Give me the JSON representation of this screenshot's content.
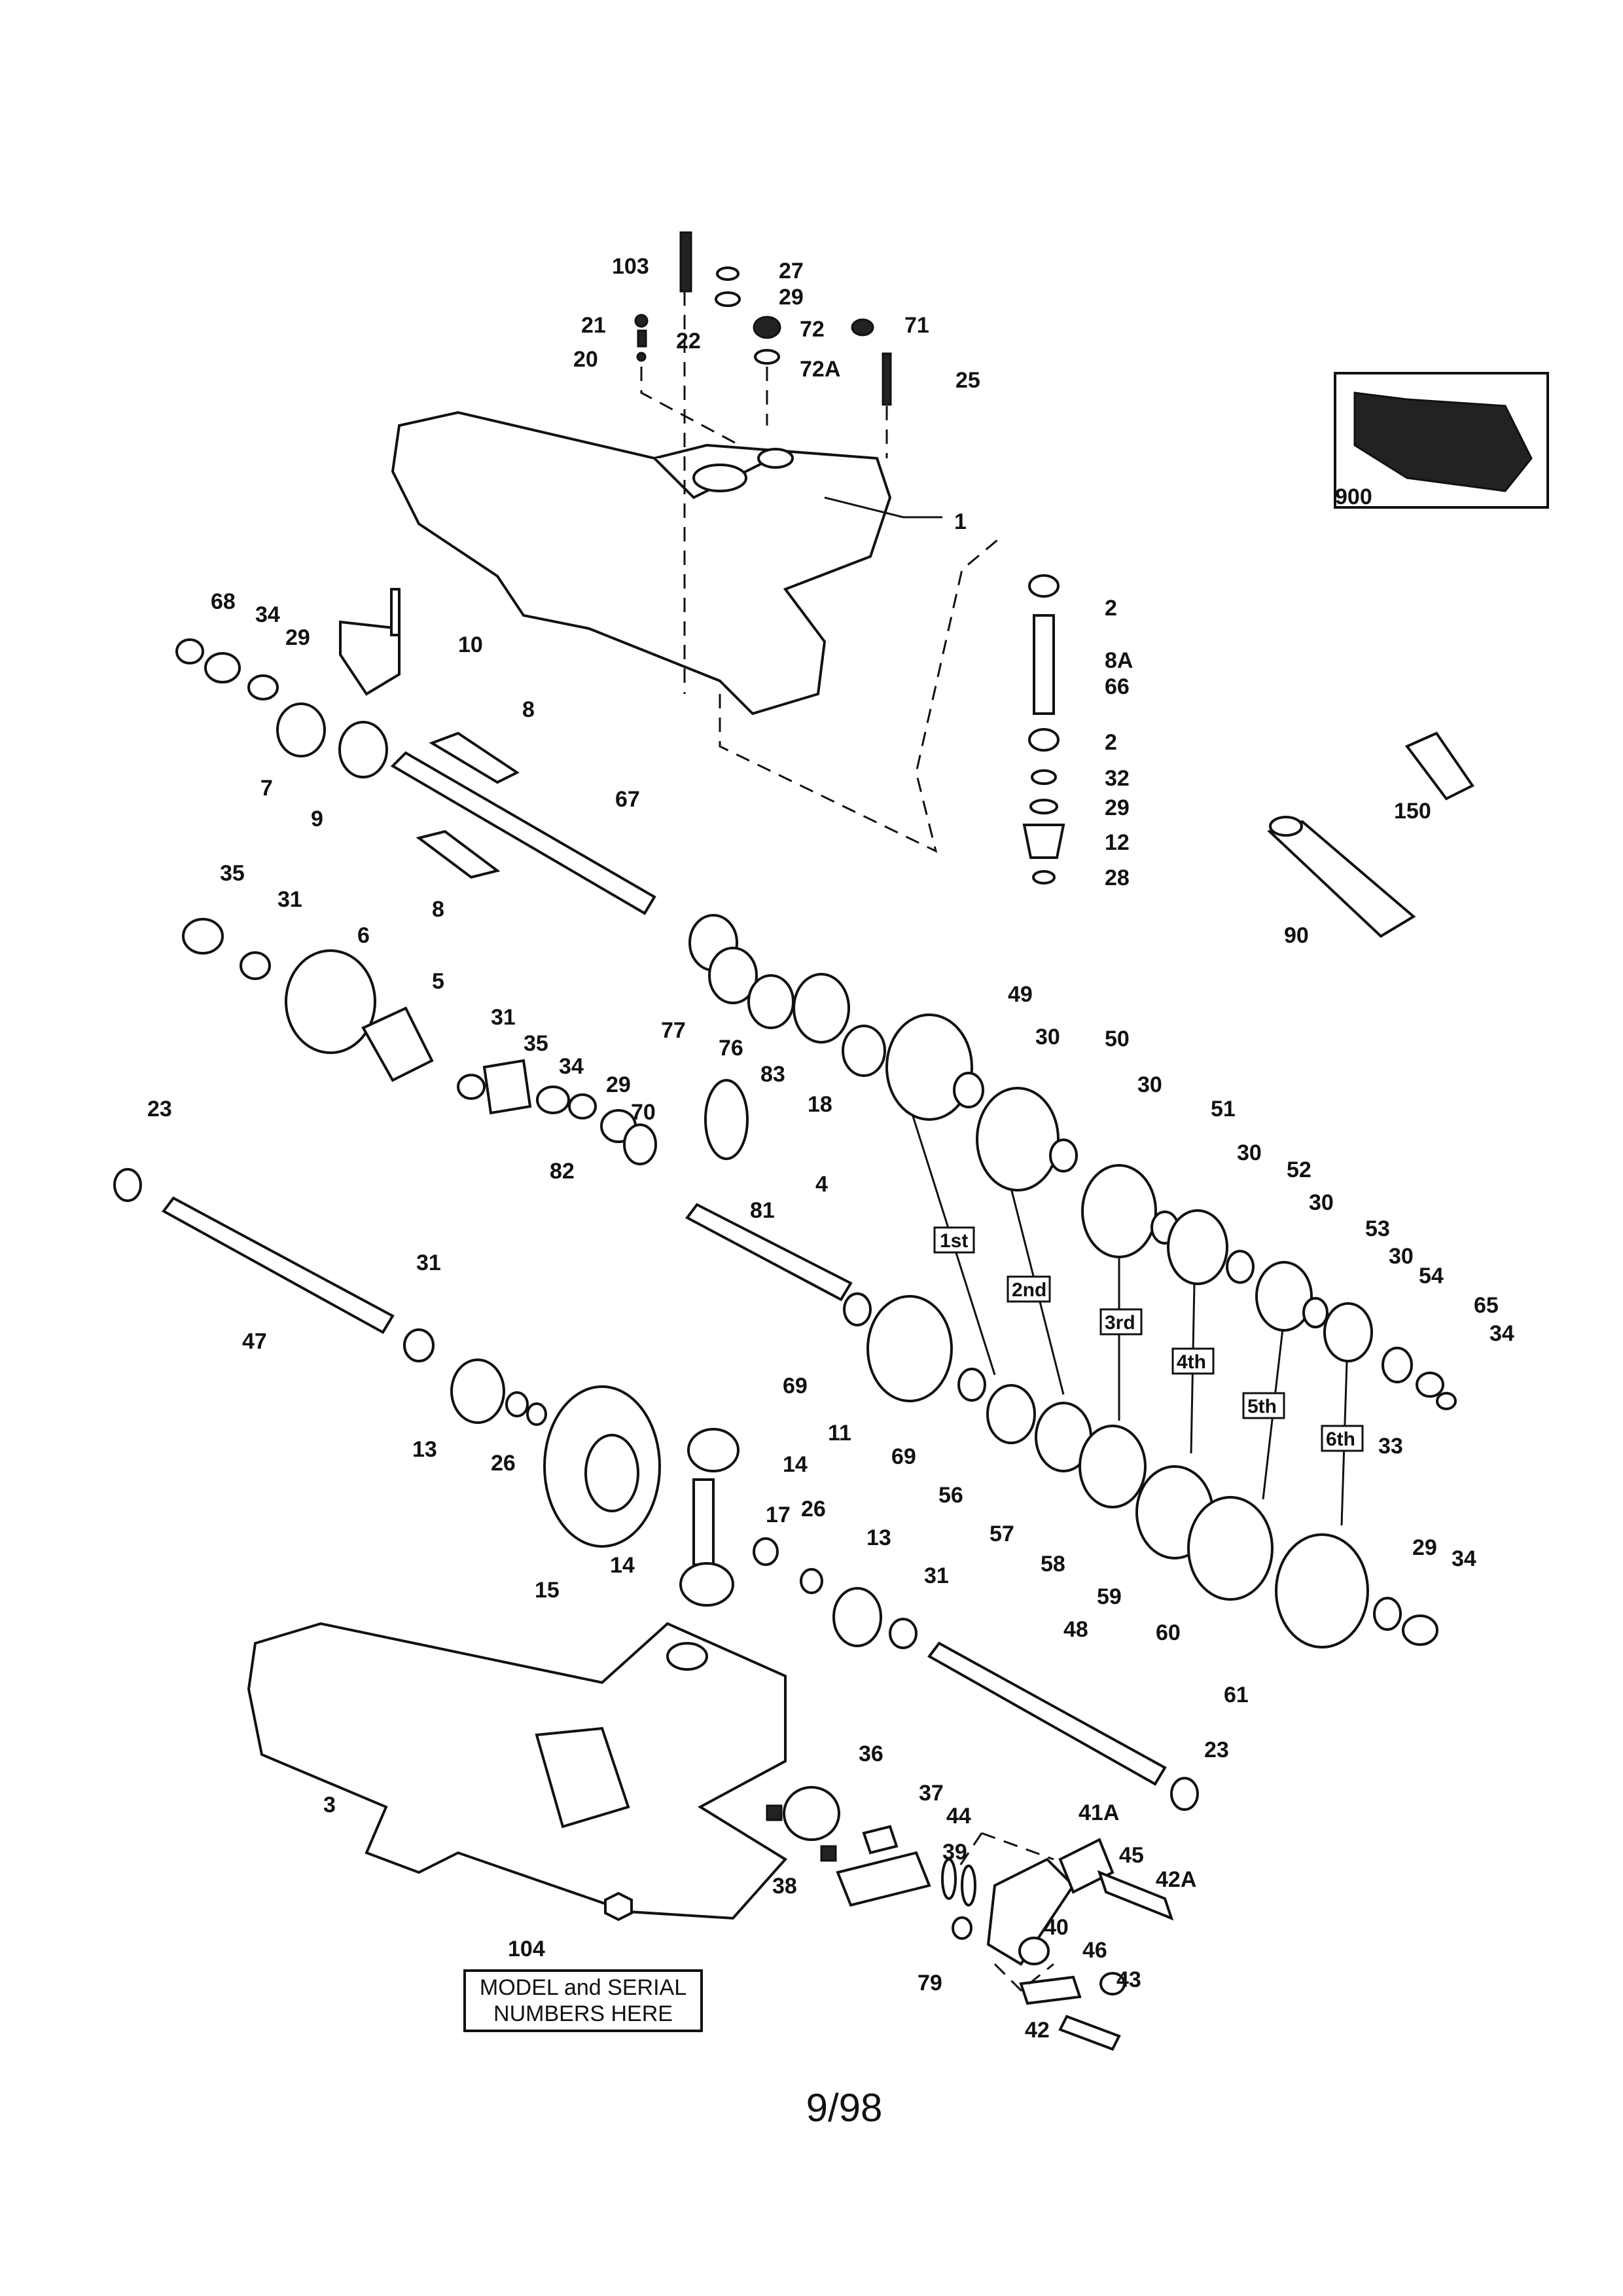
{
  "page_number": "9/98",
  "note": {
    "line1": "MODEL and SERIAL",
    "line2": "NUMBERS HERE"
  },
  "gear_labels": [
    "1st",
    "2nd",
    "3rd",
    "4th",
    "5th",
    "6th"
  ],
  "callouts": [
    "103",
    "27",
    "29",
    "21",
    "22",
    "20",
    "72",
    "72A",
    "71",
    "25",
    "1",
    "2",
    "8A",
    "66",
    "2",
    "32",
    "29",
    "12",
    "28",
    "68",
    "34",
    "29",
    "10",
    "7",
    "9",
    "8",
    "67",
    "8",
    "35",
    "31",
    "6",
    "5",
    "31",
    "35",
    "34",
    "29",
    "70",
    "82",
    "77",
    "76",
    "83",
    "18",
    "49",
    "30",
    "50",
    "30",
    "51",
    "30",
    "52",
    "30",
    "53",
    "30",
    "54",
    "65",
    "34",
    "33",
    "81",
    "4",
    "23",
    "47",
    "31",
    "13",
    "26",
    "15",
    "14",
    "17",
    "14",
    "26",
    "13",
    "31",
    "11",
    "69",
    "69",
    "56",
    "57",
    "58",
    "59",
    "60",
    "61",
    "29",
    "34",
    "48",
    "23",
    "3",
    "36",
    "37",
    "44",
    "39",
    "38",
    "41A",
    "45",
    "42A",
    "40",
    "46",
    "43",
    "42",
    "79",
    "104",
    "900",
    "150",
    "90"
  ]
}
